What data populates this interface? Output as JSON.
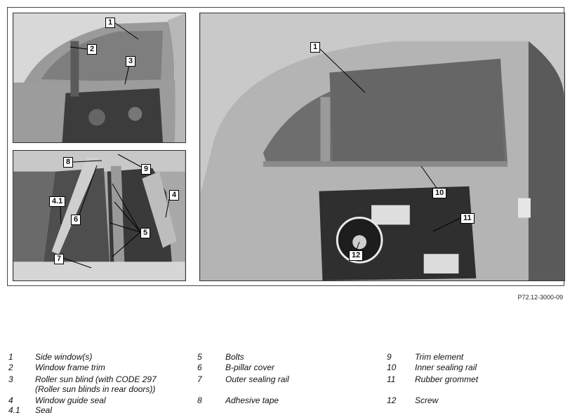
{
  "figure": {
    "reference_code": "P72.12-3000-09",
    "callouts": {
      "tl": [
        "1",
        "2",
        "3"
      ],
      "bl": [
        "8",
        "9",
        "4",
        "4.1",
        "6",
        "5",
        "7"
      ],
      "r": [
        "1",
        "10",
        "11",
        "12"
      ]
    }
  },
  "legend": [
    {
      "num": "1",
      "text": "Side window(s)"
    },
    {
      "num": "2",
      "text": "Window frame trim"
    },
    {
      "num": "3",
      "text": "Roller sun blind (with CODE 297",
      "text2": "(Roller sun blinds in rear doors))"
    },
    {
      "num": "4",
      "text": "Window guide seal"
    },
    {
      "num": "4.1",
      "text": "Seal"
    },
    {
      "num": "5",
      "text": "Bolts"
    },
    {
      "num": "6",
      "text": "B-pillar cover"
    },
    {
      "num": "7",
      "text": "Outer sealing rail"
    },
    {
      "num": "8",
      "text": "Adhesive tape"
    },
    {
      "num": "9",
      "text": "Trim element"
    },
    {
      "num": "10",
      "text": "Inner sealing rail"
    },
    {
      "num": "11",
      "text": "Rubber grommet"
    },
    {
      "num": "12",
      "text": "Screw"
    }
  ]
}
